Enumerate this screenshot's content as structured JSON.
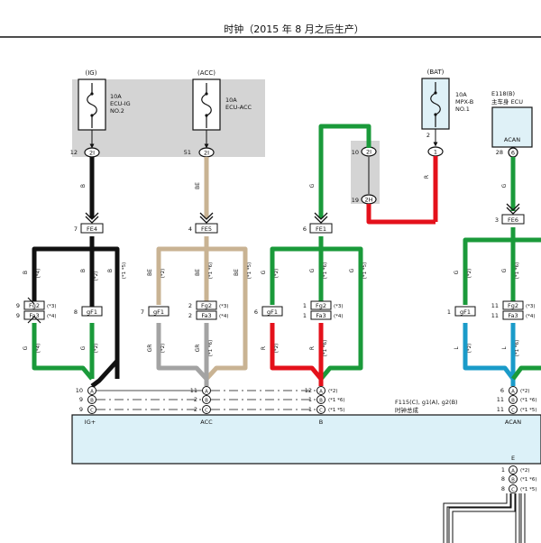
{
  "header": {
    "title": "时钟（2015 年 8 月之后生产）"
  },
  "fuses": [
    {
      "source": "(IG)",
      "rating": "10A",
      "name": "ECU-IG",
      "name2": "NO.2",
      "pin": "12",
      "connector": "2I"
    },
    {
      "source": "(ACC)",
      "rating": "10A",
      "name": "ECU-ACC",
      "name2": "",
      "pin": "51",
      "connector": "2I"
    },
    {
      "source": "(BAT)",
      "rating": "10A",
      "name": "MPX-B",
      "name2": "NO.1",
      "pin": "2",
      "connector": "1"
    }
  ],
  "ecu": {
    "code": "E118(B)",
    "name": "主车身 ECU",
    "pin_label": "ACAN",
    "pin": "28",
    "connector": "6"
  },
  "junction": {
    "pin_top": "10",
    "conn_top": "2I",
    "pin_bottom": "19",
    "conn_bottom": "2H"
  },
  "wire_colors": {
    "B": "B",
    "BE": "BE",
    "G": "G",
    "R": "R",
    "GR": "GR",
    "L": "L"
  },
  "notes": {
    "n1": "(*1)",
    "n2": "(*2)",
    "n3": "(*3)",
    "n4": "(*4)",
    "n5": "(*5)",
    "n1n5": "(*1 *5)",
    "n1n6": "(*1 *6)"
  },
  "connectors_top": {
    "ig": {
      "pin": "7",
      "name": "FE4"
    },
    "acc": {
      "pin": "4",
      "name": "FE5"
    },
    "bat": {
      "pin": "6",
      "name": "FE1"
    },
    "can": {
      "pin": "3",
      "name": "FE6"
    }
  },
  "branches": {
    "ig": {
      "pin_left_a": "9",
      "pin_left_b": "9",
      "conn_left_a": "Fg2",
      "conn_left_b": "Fa3",
      "pin_mid": "8",
      "conn_mid": "gF1"
    },
    "acc": {
      "pin_left": "7",
      "conn_left": "gF1",
      "pin_mid_a": "2",
      "pin_mid_b": "2",
      "conn_mid_a": "Fg2",
      "conn_mid_b": "Fa3"
    },
    "bat": {
      "pin_left": "6",
      "conn_left": "gF1",
      "pin_mid_a": "1",
      "pin_mid_b": "1",
      "conn_mid_a": "Fg2",
      "conn_mid_b": "Fa3"
    },
    "can": {
      "pin_left": "1",
      "conn_left": "gF1",
      "pin_mid_a": "11",
      "pin_mid_b": "11",
      "conn_mid_a": "Fg2",
      "conn_mid_b": "Fa3"
    }
  },
  "clock": {
    "component": "F115(C), g1(A), g2(B)",
    "name": "时钟总成",
    "pin_ig": "IG+",
    "pin_acc": "ACC",
    "pin_b": "B",
    "pin_acan": "ACAN",
    "pin_e": "E",
    "ig_pins": [
      {
        "pin": "10",
        "conn": "A"
      },
      {
        "pin": "9",
        "conn": "B"
      },
      {
        "pin": "9",
        "conn": "C"
      }
    ],
    "acc_pins": [
      {
        "pin": "11",
        "conn": "A"
      },
      {
        "pin": "2",
        "conn": "B"
      },
      {
        "pin": "2",
        "conn": "C"
      }
    ],
    "b_pins": [
      {
        "pin": "12",
        "conn": "A"
      },
      {
        "pin": "1",
        "conn": "B"
      },
      {
        "pin": "1",
        "conn": "C"
      }
    ],
    "acan_pins": [
      {
        "pin": "6",
        "conn": "A"
      },
      {
        "pin": "11",
        "conn": "B"
      },
      {
        "pin": "11",
        "conn": "C"
      }
    ],
    "e_pins": [
      {
        "pin": "1",
        "conn": "A"
      },
      {
        "pin": "8",
        "conn": "B"
      },
      {
        "pin": "8",
        "conn": "C"
      }
    ]
  },
  "colors": {
    "black": "#111111",
    "beige": "#c9b393",
    "green": "#1a9a3a",
    "red": "#e4111b",
    "gray": "#a3a3a3",
    "blue": "#1a9bc9",
    "fuse_box": "#d4d4d4",
    "fuse_fill": "#dff1f7",
    "clock_fill": "#dcf1f8"
  }
}
